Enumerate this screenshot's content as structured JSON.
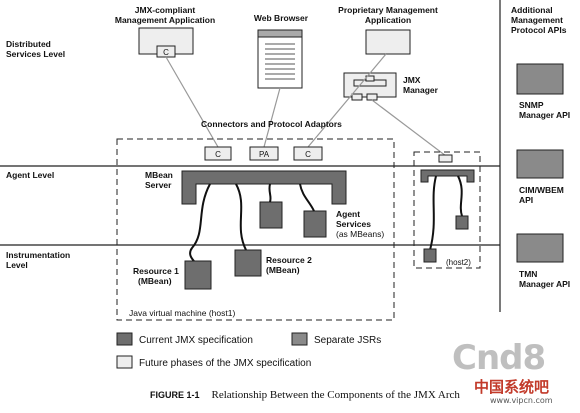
{
  "levels": {
    "distributed": "Distributed Services Level",
    "agent": "Agent Level",
    "instrumentation": "Instrumentation Level"
  },
  "apps": {
    "jmx_compliant": "JMX-compliant Management Application",
    "web_browser": "Web Browser",
    "proprietary": "Proprietary Management Application",
    "jmx_manager": "JMX Manager"
  },
  "connectors_title": "Connectors and Protocol Adaptors",
  "connector_labels": {
    "c": "C",
    "pa": "PA"
  },
  "mbean_server": "MBean Server",
  "agent_services": "Agent Services (as MBeans)",
  "resources": {
    "r1": "Resource 1 (MBean)",
    "r2": "Resource 2 (MBean)"
  },
  "host1": "Java virtual machine (host1)",
  "host2": "(host2)",
  "additional_apis": {
    "title": "Additional Management Protocol APIs",
    "snmp": "SNMP Manager API",
    "cim": "CIM/WBEM API",
    "tmn": "TMN Manager API"
  },
  "legend": {
    "current": "Current JMX specification",
    "separate": "Separate JSRs",
    "future": "Future phases of the JMX specification"
  },
  "caption": {
    "figure": "FIGURE 1-1",
    "text": "Relationship Between the Components of the JMX Arch"
  },
  "watermark": {
    "main": "Cnd8",
    "cn": "中国系统吧",
    "url": "www.vipcn.com"
  },
  "colors": {
    "current": "#6e6e6e",
    "separate": "#8a8a8a",
    "future": "#eeeeee",
    "line": "#333333"
  }
}
